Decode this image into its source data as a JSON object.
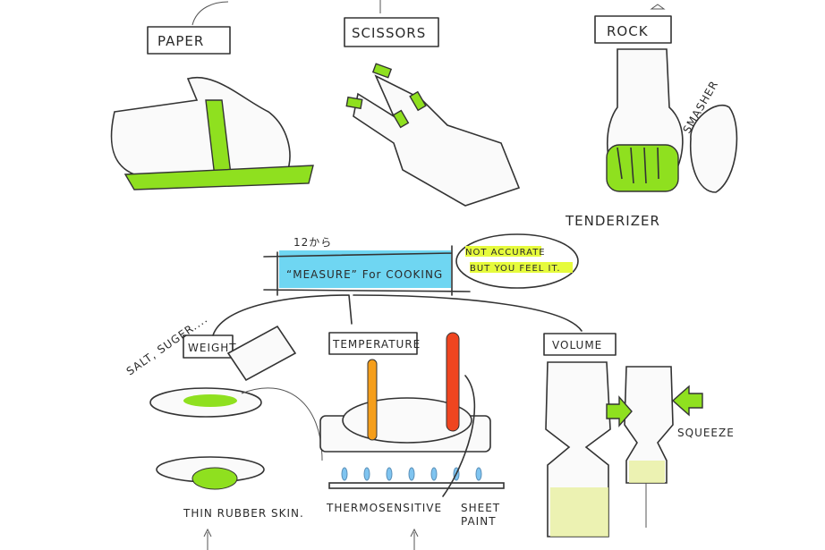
{
  "top": {
    "paper": "PAPER",
    "scissors": "SCISSORS",
    "rock": "ROCK",
    "smasher": "SMASHER",
    "tenderizer": "TENDERIZER"
  },
  "center": {
    "note": "12から",
    "measure": "“MEASURE” For COOKING",
    "bubble_line1": "NOT ACCURATE",
    "bubble_line2": "BUT YOU FEEL IT."
  },
  "bottom": {
    "weight": "WEIGHT",
    "salt": "SALT, SUGER....",
    "temperature": "TEMPERATURE",
    "volume": "VOLUME",
    "squeeze": "SQUEEZE",
    "rubber": "THIN RUBBER SKIN.",
    "thermo": "THERMOSENSITIVE",
    "sheet1": "SHEET",
    "sheet2": "PAINT"
  },
  "colors": {
    "accent_green": "#8fe01f",
    "highlight_blue": "#6fd6f2",
    "highlight_yellow": "#e6fb3c"
  }
}
